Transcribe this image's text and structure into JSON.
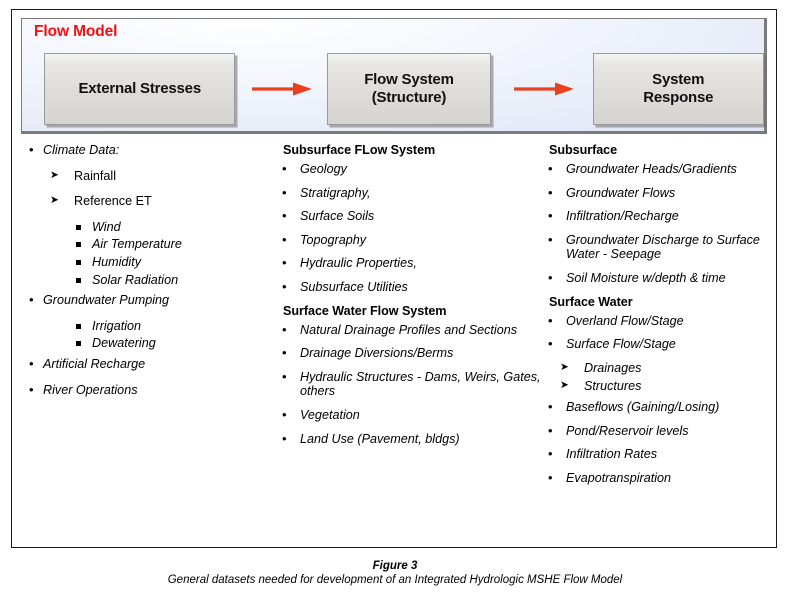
{
  "figure": {
    "banner": {
      "title": "Flow Model",
      "title_color": "#ef1111",
      "arrow_color": "#e8401c",
      "boxes": [
        {
          "label": "External Stresses"
        },
        {
          "label": "Flow System\n(Structure)",
          "line1": "Flow System",
          "line2": "(Structure)"
        },
        {
          "label": "System\nResponse",
          "line1": "System",
          "line2": "Response"
        }
      ],
      "arrows": [
        {
          "name": "arrow-1"
        },
        {
          "name": "arrow-2"
        }
      ]
    },
    "columns": [
      {
        "name": "external-stresses-column",
        "items": [
          {
            "level": 1,
            "text": "Climate Data:"
          },
          {
            "level": 2,
            "text": "Rainfall"
          },
          {
            "level": 2,
            "text": "Reference ET"
          },
          {
            "level": 3,
            "text": "Wind"
          },
          {
            "level": 3,
            "text": "Air Temperature"
          },
          {
            "level": 3,
            "text": "Humidity"
          },
          {
            "level": 3,
            "text": "Solar Radiation"
          },
          {
            "level": 1,
            "text": "Groundwater Pumping"
          },
          {
            "level": 3,
            "text": "Irrigation"
          },
          {
            "level": 3,
            "text": "Dewatering"
          },
          {
            "level": 1,
            "text": "Artificial Recharge"
          },
          {
            "level": 1,
            "text": "River Operations"
          }
        ]
      },
      {
        "name": "flow-system-column",
        "groups": [
          {
            "header": "Subsurface FLow System",
            "items": [
              {
                "level": 1,
                "text": "Geology"
              },
              {
                "level": 1,
                "text": "Stratigraphy,"
              },
              {
                "level": 1,
                "text": "Surface Soils"
              },
              {
                "level": 1,
                "text": "Topography"
              },
              {
                "level": 1,
                "text": "Hydraulic Properties,"
              },
              {
                "level": 1,
                "text": "Subsurface Utilities"
              }
            ]
          },
          {
            "header": "Surface Water Flow System",
            "items": [
              {
                "level": 1,
                "text": "Natural Drainage Profiles and Sections"
              },
              {
                "level": 1,
                "text": "Drainage Diversions/Berms"
              },
              {
                "level": 1,
                "text": "Hydraulic Structures - Dams, Weirs, Gates, others"
              },
              {
                "level": 1,
                "text": "Vegetation"
              },
              {
                "level": 1,
                "text": "Land Use (Pavement, bldgs)"
              }
            ]
          }
        ]
      },
      {
        "name": "system-response-column",
        "groups": [
          {
            "header": "Subsurface",
            "items": [
              {
                "level": 1,
                "text": "Groundwater Heads/Gradients"
              },
              {
                "level": 1,
                "text": "Groundwater Flows"
              },
              {
                "level": 1,
                "text": "Infiltration/Recharge"
              },
              {
                "level": 1,
                "text": "Groundwater Discharge to Surface Water - Seepage"
              },
              {
                "level": 1,
                "text": "Soil Moisture w/depth & time"
              }
            ]
          },
          {
            "header": "Surface Water",
            "items": [
              {
                "level": 1,
                "text": "Overland Flow/Stage"
              },
              {
                "level": 1,
                "text": "Surface Flow/Stage"
              },
              {
                "level": 2,
                "text": "Drainages"
              },
              {
                "level": 2,
                "text": "Structures"
              },
              {
                "level": 1,
                "text": "Baseflows (Gaining/Losing)"
              },
              {
                "level": 1,
                "text": "Pond/Reservoir levels"
              },
              {
                "level": 1,
                "text": "Infiltration Rates"
              },
              {
                "level": 1,
                "text": "Evapotranspiration"
              }
            ]
          }
        ]
      }
    ]
  },
  "caption": {
    "title": "Figure 3",
    "subtitle": "General datasets needed for development of an Integrated Hydrologic MSHE Flow Model"
  }
}
